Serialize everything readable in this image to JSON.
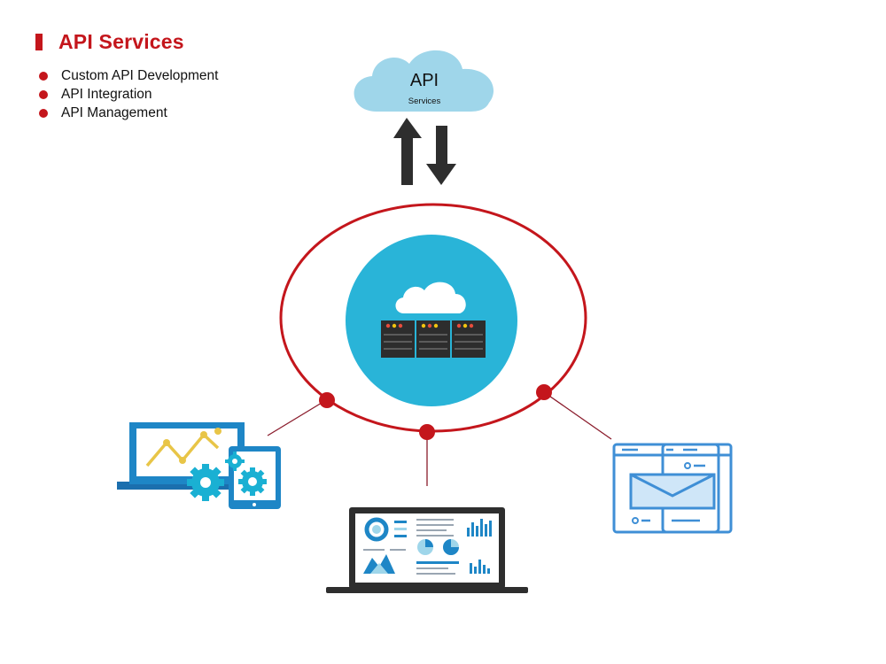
{
  "header": {
    "title": "API Services",
    "items": [
      "Custom API Development",
      "API Integration",
      "API Management"
    ]
  },
  "cloud": {
    "title": "API",
    "subtitle": "Services"
  },
  "colors": {
    "accent": "#c4161c",
    "cloud_blue": "#9fd6ea",
    "hub_blue": "#29b4d8",
    "arrow_dark": "#2e2e2e",
    "device_blue": "#1e86c6",
    "gear_cyan": "#1ab0d3",
    "chart_yellow": "#e8c547"
  },
  "icons": {
    "hub": "cloud-server-icon",
    "left": "analytics-devices-gears-icon",
    "bottom": "laptop-dashboard-icon",
    "right": "email-app-icon"
  }
}
